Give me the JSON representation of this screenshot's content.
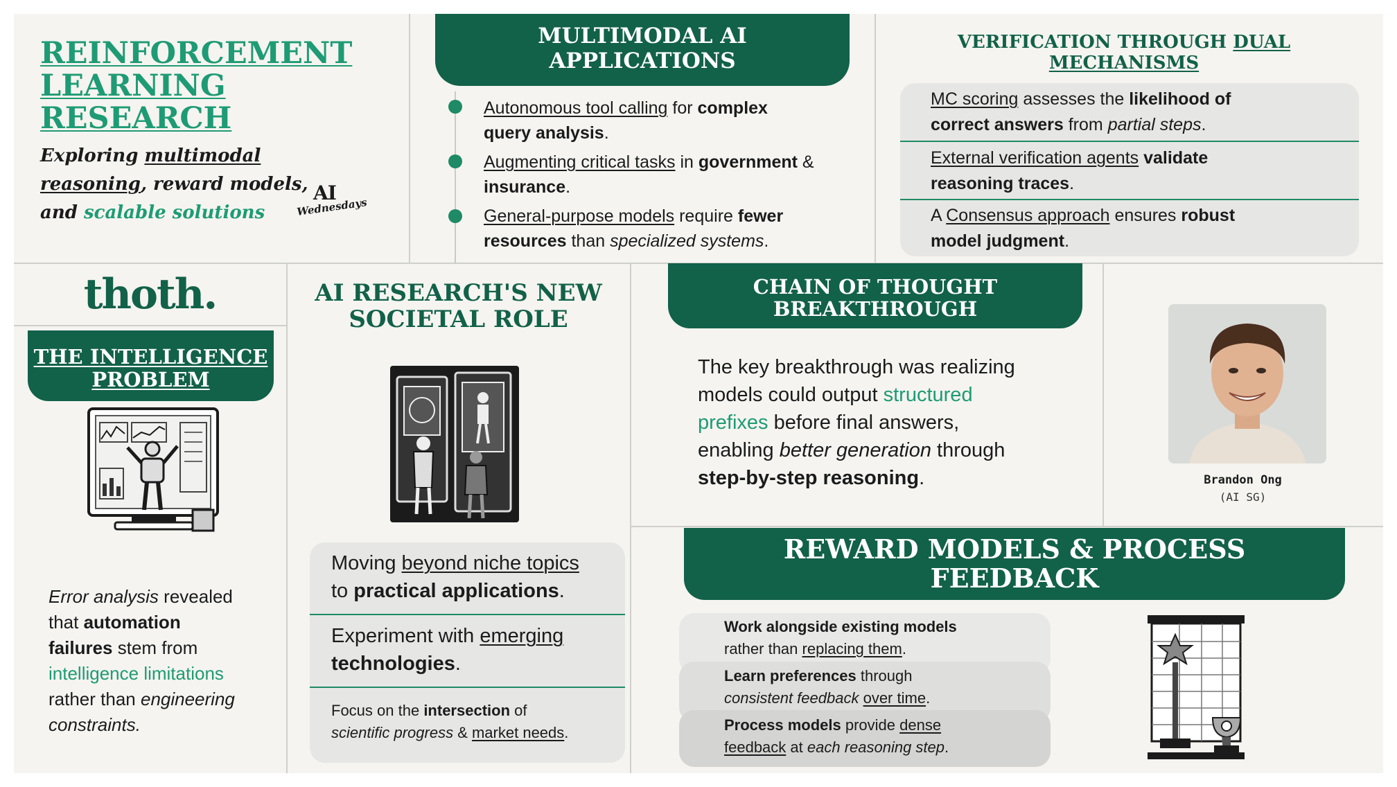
{
  "header": {
    "title_line1": "REINFORCEMENT",
    "title_line2": "LEARNING",
    "title_line3": "RESEARCH",
    "subtitle_a": "Exploring ",
    "subtitle_b": "multimodal",
    "subtitle_c": "reasoning",
    "subtitle_d": ", reward models,",
    "subtitle_e": "and ",
    "subtitle_f": "scalable solutions",
    "badge_line1": "AI",
    "badge_line2": "Wednesdays"
  },
  "multimodal": {
    "title_line1": "MULTIMODAL AI",
    "title_line2": "APPLICATIONS",
    "item1_a": "Autonomous tool calling",
    "item1_b": " for ",
    "item1_c": "complex",
    "item1_d": "query analysis",
    "item1_e": ".",
    "item2_a": "Augmenting critical tasks",
    "item2_b": " in ",
    "item2_c": "government",
    "item2_d": " &",
    "item2_e": "insurance",
    "item2_f": ".",
    "item3_a": "General-purpose models",
    "item3_b": " require ",
    "item3_c": "fewer",
    "item3_d": "resources",
    "item3_e": " than ",
    "item3_f": "specialized systems",
    "item3_g": "."
  },
  "verification": {
    "title_a": "VERIFICATION THROUGH ",
    "title_b": "DUAL",
    "title_c": "MECHANISMS",
    "row1_a": "MC scoring",
    "row1_b": " assesses the ",
    "row1_c": "likelihood of",
    "row1_d": "correct answers",
    "row1_e": " from ",
    "row1_f": "partial steps",
    "row1_g": ".",
    "row2_a": "External verification agents",
    "row2_b": " validate",
    "row2_c": "reasoning traces",
    "row2_d": ".",
    "row3_a": "A ",
    "row3_b": "Consensus approach",
    "row3_c": " ensures ",
    "row3_d": "robust",
    "row3_e": "model judgment",
    "row3_f": "."
  },
  "thoth": {
    "logo": "thoth."
  },
  "intelligence": {
    "title_line1": "THE INTELLIGENCE",
    "title_line2": "PROBLEM",
    "p1_a": "Error analysis",
    "p1_b": " revealed",
    "p2_a": "that ",
    "p2_b": "automation",
    "p3_a": "failures",
    "p3_b": " stem from",
    "p4": "intelligence limitations",
    "p5_a": "rather than ",
    "p5_b": "engineering",
    "p6": "constraints."
  },
  "societal": {
    "title_line1": "AI RESEARCH'S NEW",
    "title_line2": "SOCIETAL ROLE",
    "r1_a": "Moving ",
    "r1_b": "beyond niche topics",
    "r1_c": "to ",
    "r1_d": "practical applications",
    "r1_e": ".",
    "r2_a": "Experiment with ",
    "r2_b": "emerging",
    "r2_c": "technologies",
    "r2_d": ".",
    "r3_a": "Focus on the ",
    "r3_b": "intersection",
    "r3_c": " of",
    "r3_d": "scientific progress",
    "r3_e": " & ",
    "r3_f": "market needs",
    "r3_g": "."
  },
  "cot": {
    "title_line1": "CHAIN OF THOUGHT",
    "title_line2": "BREAKTHROUGH",
    "l1": "The key breakthrough was realizing",
    "l2_a": "models could output ",
    "l2_b": "structured",
    "l3_a": "prefixes",
    "l3_b": " before final answers,",
    "l4_a": "enabling ",
    "l4_b": "better generation",
    "l4_c": " through",
    "l5_a": "step-by-step reasoning",
    "l5_b": "."
  },
  "speaker": {
    "name": "Brandon Ong",
    "org": "(AI SG)"
  },
  "reward": {
    "title_line1": "REWARD MODELS & PROCESS",
    "title_line2": "FEEDBACK",
    "r1_a": "Work alongside existing models",
    "r1_b": "rather than ",
    "r1_c": "replacing them",
    "r1_d": ".",
    "r2_a": "Learn preferences",
    "r2_b": " through",
    "r2_c": "consistent feedback ",
    "r2_d": "over time",
    "r2_e": ".",
    "r3_a": "Process models",
    "r3_b": " provide ",
    "r3_c": "dense",
    "r3_d": "feedback",
    "r3_e": " at ",
    "r3_f": "each reasoning step",
    "r3_g": "."
  },
  "colors": {
    "brand_green": "#126149",
    "accent_teal": "#1e9b74",
    "panel_bg": "#f5f4f0",
    "pill_gray": "#e6e6e4"
  },
  "icons": [
    "ai-wednesdays-logo-icon",
    "robot-monitor-illustration",
    "people-robot-screens-illustration",
    "speaker-portrait-photo",
    "trophy-chart-illustration"
  ]
}
